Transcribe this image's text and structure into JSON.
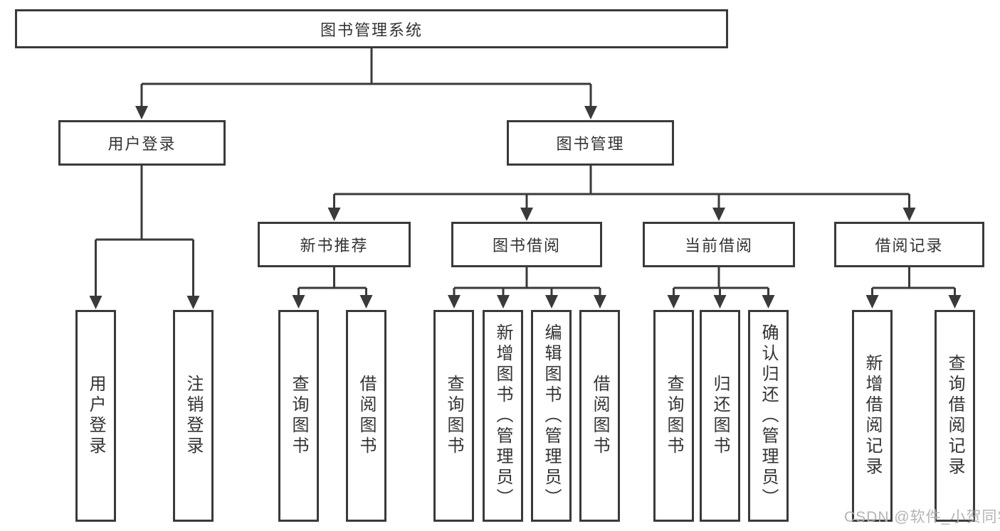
{
  "tree": {
    "root": {
      "label": "图书管理系统"
    },
    "branches": [
      {
        "label": "用户登录",
        "children": [
          {
            "label": "用户登录"
          },
          {
            "label": "注销登录"
          }
        ]
      },
      {
        "label": "图书管理",
        "children": [
          {
            "label": "新书推荐",
            "children": [
              {
                "label": "查询图书"
              },
              {
                "label": "借阅图书"
              }
            ]
          },
          {
            "label": "图书借阅",
            "children": [
              {
                "label": "查询图书"
              },
              {
                "label": "新增图书（管理员）"
              },
              {
                "label": "编辑图书（管理员）"
              },
              {
                "label": "借阅图书"
              }
            ]
          },
          {
            "label": "当前借阅",
            "children": [
              {
                "label": "查询图书"
              },
              {
                "label": "归还图书"
              },
              {
                "label": "确认归还（管理员）"
              }
            ]
          },
          {
            "label": "借阅记录",
            "children": [
              {
                "label": "新增借阅记录"
              },
              {
                "label": "查询借阅记录"
              }
            ]
          }
        ]
      }
    ]
  },
  "watermark": "CSDN @软件_小贺同学",
  "colors": {
    "line": "#3a3a3a",
    "text": "#333333",
    "watermark": "#b0b0b0",
    "background": "#ffffff"
  }
}
